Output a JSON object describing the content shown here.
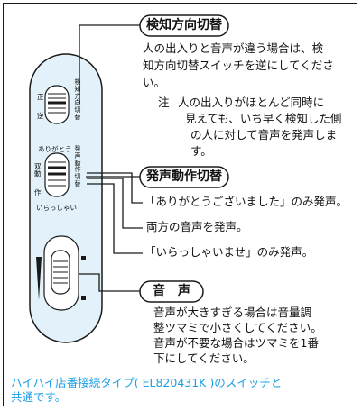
{
  "sections": {
    "direction": {
      "title": "検知方向切替",
      "body": [
        "人の出入りと音声が違う場合は、検",
        "知方向切替スイッチを逆にしてくださ",
        "い。"
      ],
      "note_mark": "注",
      "note": [
        "人の出入りがほとんど同時に",
        "見えても、いち早く検知した側",
        "の人に対して音声を発声します。"
      ]
    },
    "voice_mode": {
      "title": "発声動作切替",
      "options": [
        "「ありがとうございました」のみ発声。",
        "両方の音声を発声。",
        "「いらっしゃいませ」のみ発声。"
      ]
    },
    "volume": {
      "title": "音　声",
      "body": [
        "音声が大きすぎる場合は音量調",
        "整ツマミで小さくしてください。",
        "音声が不要な場合はツマミを1番",
        "下にしてください。"
      ]
    }
  },
  "device": {
    "direction_switch_label": [
      "検",
      "知",
      "方",
      "向",
      "切",
      "替"
    ],
    "forward": "正",
    "reverse": "逆",
    "top_label": "ありがとう",
    "both_label": [
      "双",
      "動"
    ],
    "act_label": "作",
    "bottom_label": "いらっしゃい",
    "mode_switch_label": [
      "発",
      "声",
      "動",
      "作",
      "切",
      "替"
    ]
  },
  "footer": [
    "ハイハイ店番接続タイプ( EL820431K )のスイッチと",
    "共通です。"
  ],
  "colors": {
    "footer": "#1aa0e6",
    "device_fill": "#e3f2fa",
    "outline": "#1a1a1a"
  }
}
